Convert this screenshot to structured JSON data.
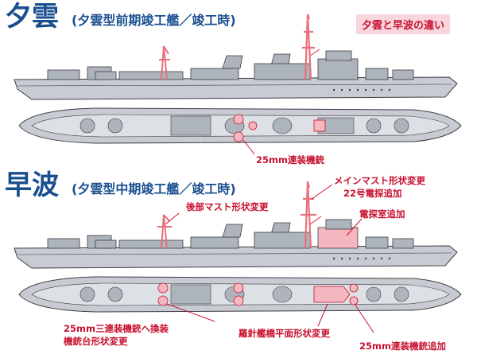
{
  "colors": {
    "title_blue": "#1a4f8f",
    "accent_red": "#c8102e",
    "badge_bg": "#f7d6de",
    "hull_gray": "#c8ccd2",
    "deck_gray": "#aeb4bc",
    "mast_red": "#e8707a",
    "highlight_pink": "#f4b6bf",
    "line_dark": "#3c3c44"
  },
  "header": {
    "badge": "夕雲と早波の違い"
  },
  "yugumo": {
    "name": "夕雲",
    "subtitle": "(夕雲型前期竣工艦／竣工時)",
    "notes": {
      "aa_gun": "25mm連装機銃"
    }
  },
  "hayanami": {
    "name": "早波",
    "subtitle": "(夕雲型中期竣工艦／竣工時)",
    "notes": {
      "rear_mast": "後部マスト形状変更",
      "main_mast_1": "メインマスト形状変更",
      "main_mast_2": "22号電探追加",
      "radar_room": "電探室追加",
      "triple_aa_1": "25mm三連装機銃へ換装",
      "triple_aa_2": "機銃台形状変更",
      "bridge": "羅針艦橋平面形状変更",
      "aa_added": "25mm連装機銃追加"
    }
  }
}
